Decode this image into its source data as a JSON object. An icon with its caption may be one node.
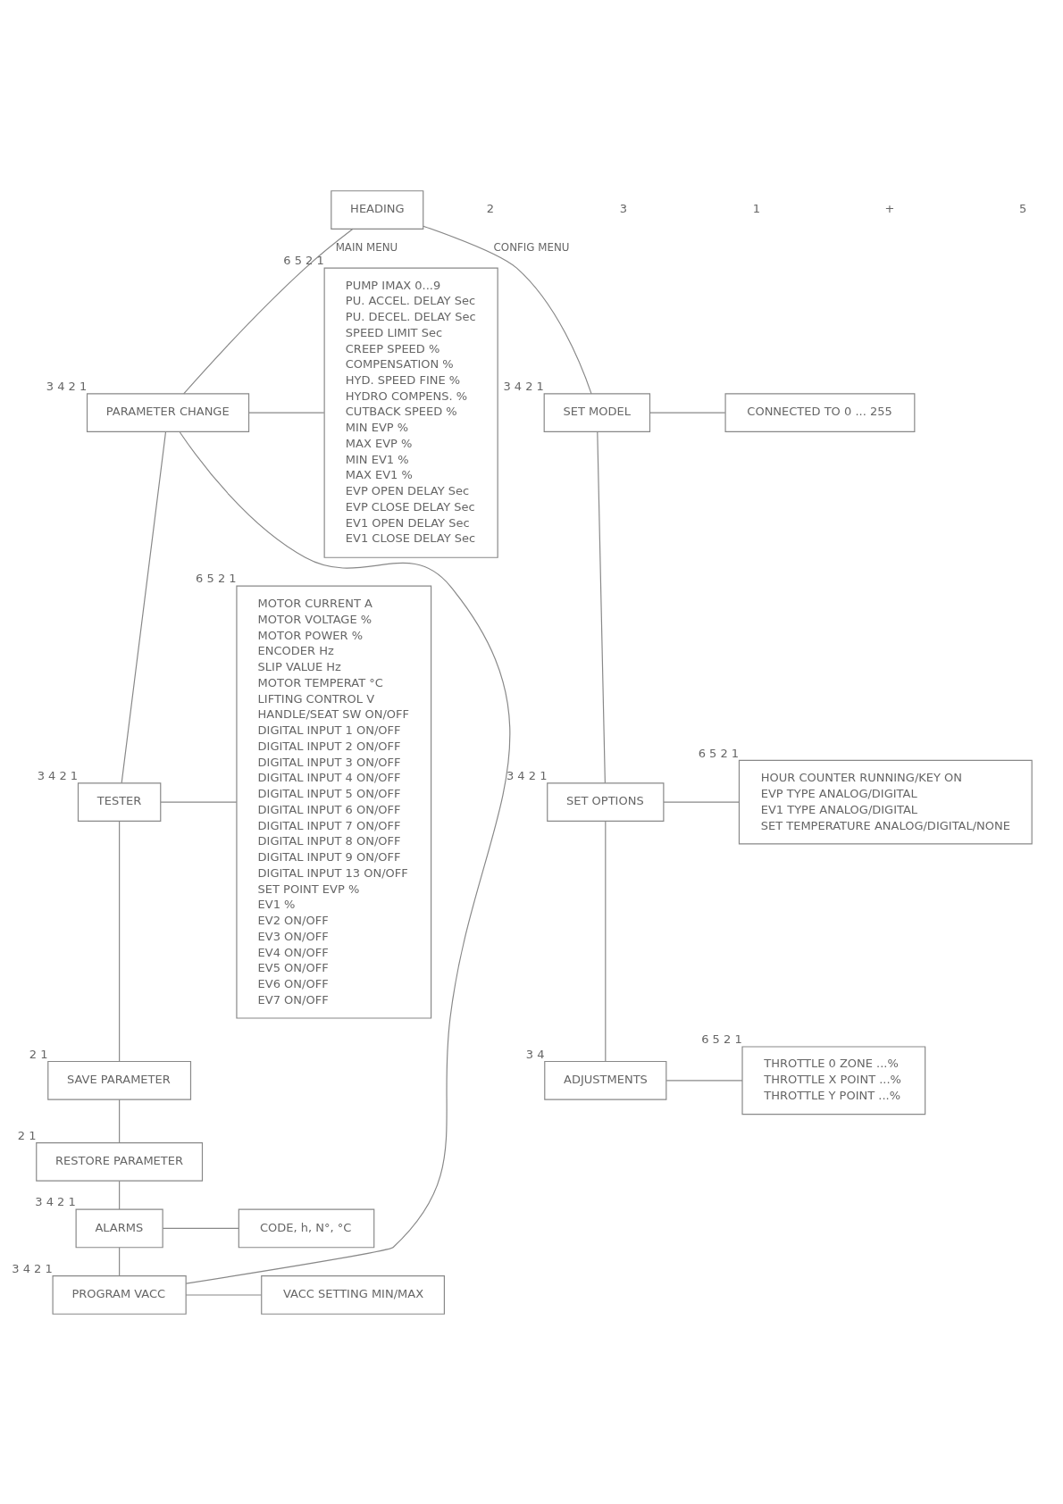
{
  "diagram": {
    "nodes": [
      {
        "text": [
          "HEADING"
        ]
      },
      {
        "text": [
          "PARAMETER CHANGE"
        ],
        "beside": [
          "3",
          "4",
          "2",
          "1"
        ]
      },
      {
        "text": [
          "PUMP IMAX 0...9",
          "PU. ACCEL. DELAY Sec",
          "PU. DECEL. DELAY Sec",
          "SPEED LIMIT Sec",
          "CREEP SPEED %",
          "COMPENSATION %",
          "HYD. SPEED FINE %",
          "HYDRO COMPENS. %",
          "CUTBACK SPEED %",
          "MIN EVP %",
          "MAX EVP %",
          "MIN EV1 %",
          "MAX EV1 %",
          "EVP OPEN DELAY Sec",
          "EVP CLOSE DELAY Sec",
          "EV1 OPEN DELAY Sec",
          "EV1 CLOSE DELAY Sec"
        ],
        "beside": [
          "6",
          "5",
          "2",
          "1"
        ]
      },
      {
        "text": [
          "TESTER"
        ],
        "beside": [
          "3",
          "4",
          "2",
          "1"
        ]
      },
      {
        "text": [
          "MOTOR CURRENT A",
          "MOTOR VOLTAGE %",
          "MOTOR POWER %",
          "ENCODER Hz",
          "SLIP VALUE Hz",
          "MOTOR TEMPERAT °C",
          "LIFTING CONTROL V",
          "HANDLE/SEAT SW ON/OFF",
          "DIGITAL INPUT 1 ON/OFF",
          "DIGITAL INPUT 2 ON/OFF",
          "DIGITAL INPUT 3 ON/OFF",
          "DIGITAL INPUT 4 ON/OFF",
          "DIGITAL INPUT 5 ON/OFF",
          "DIGITAL INPUT 6 ON/OFF",
          "DIGITAL INPUT 7 ON/OFF",
          "DIGITAL INPUT 8 ON/OFF",
          "DIGITAL INPUT 9 ON/OFF",
          "DIGITAL INPUT 13 ON/OFF",
          "SET POINT EVP %",
          "EV1 %",
          "EV2 ON/OFF",
          "EV3 ON/OFF",
          "EV4 ON/OFF",
          "EV5 ON/OFF",
          "EV6 ON/OFF",
          "EV7 ON/OFF"
        ],
        "beside": [
          "6",
          "5",
          "2",
          "1"
        ]
      },
      {
        "text": [
          "SAVE PARAMETER"
        ],
        "beside": [
          "2",
          "1"
        ]
      },
      {
        "text": [
          "RESTORE PARAMETER"
        ],
        "beside": [
          "2",
          "1"
        ]
      },
      {
        "text": [
          "ALARMS"
        ],
        "beside": [
          "3",
          "4",
          "2",
          "1"
        ]
      },
      {
        "text": [
          "CODE, h, N°, °C"
        ]
      },
      {
        "text": [
          "PROGRAM VACC"
        ],
        "beside": [
          "3",
          "4",
          "2",
          "1"
        ]
      },
      {
        "text": [
          "VACC SETTING MIN/MAX"
        ]
      },
      {
        "text": [
          "SET MODEL"
        ],
        "beside": [
          "3",
          "4",
          "2",
          "1"
        ]
      },
      {
        "text": [
          "CONNECTED TO 0 ... 255"
        ]
      },
      {
        "text": [
          "SET OPTIONS"
        ],
        "beside": [
          "3",
          "4",
          "2",
          "1"
        ]
      },
      {
        "text": [
          "HOUR COUNTER RUNNING/KEY ON",
          "EVP TYPE ANALOG/DIGITAL",
          "EV1 TYPE ANALOG/DIGITAL",
          "SET TEMPERATURE ANALOG/DIGITAL/NONE"
        ],
        "beside": [
          "6",
          "5",
          "2",
          "1"
        ]
      },
      {
        "text": [
          "ADJUSTMENTS"
        ],
        "beside": [
          "3",
          "4"
        ]
      },
      {
        "text": [
          "THROTTLE 0 ZONE ...%",
          "THROTTLE X POINT ...%",
          "THROTTLE Y POINT ...%"
        ],
        "beside": [
          "6",
          "5",
          "2",
          "1"
        ]
      }
    ],
    "edges": [
      {
        "from": 0,
        "to": 1,
        "arrow": "none",
        "label": "MAIN MENU"
      },
      {
        "from": 1,
        "to": 2,
        "arrow": "none"
      },
      {
        "from": 1,
        "to": 3,
        "arrow": "none"
      },
      {
        "from": 3,
        "to": 4,
        "arrow": "none"
      },
      {
        "from": 3,
        "to": 5,
        "arrow": "none"
      },
      {
        "from": 5,
        "to": 6,
        "arrow": "none"
      },
      {
        "from": 6,
        "to": 7,
        "arrow": "none"
      },
      {
        "from": 7,
        "to": 8,
        "arrow": "none"
      },
      {
        "from": 7,
        "to": 9,
        "arrow": "none"
      },
      {
        "from": 9,
        "to": 10,
        "arrow": "none"
      },
      {
        "from": 9,
        "to": 1,
        "arrow": "none"
      },
      {
        "from": 0,
        "to": 11,
        "arrow": "none",
        "label": "CONFIG MENU"
      },
      {
        "from": 11,
        "to": 12,
        "arrow": "none"
      },
      {
        "from": 11,
        "to": 13,
        "arrow": "none"
      },
      {
        "from": 13,
        "to": 14,
        "arrow": "none"
      },
      {
        "from": 13,
        "to": 15,
        "arrow": "none"
      },
      {
        "from": 15,
        "to": 16,
        "arrow": "none"
      }
    ],
    "labels": [
      "2",
      "3",
      "1",
      "+",
      "5"
    ]
  }
}
